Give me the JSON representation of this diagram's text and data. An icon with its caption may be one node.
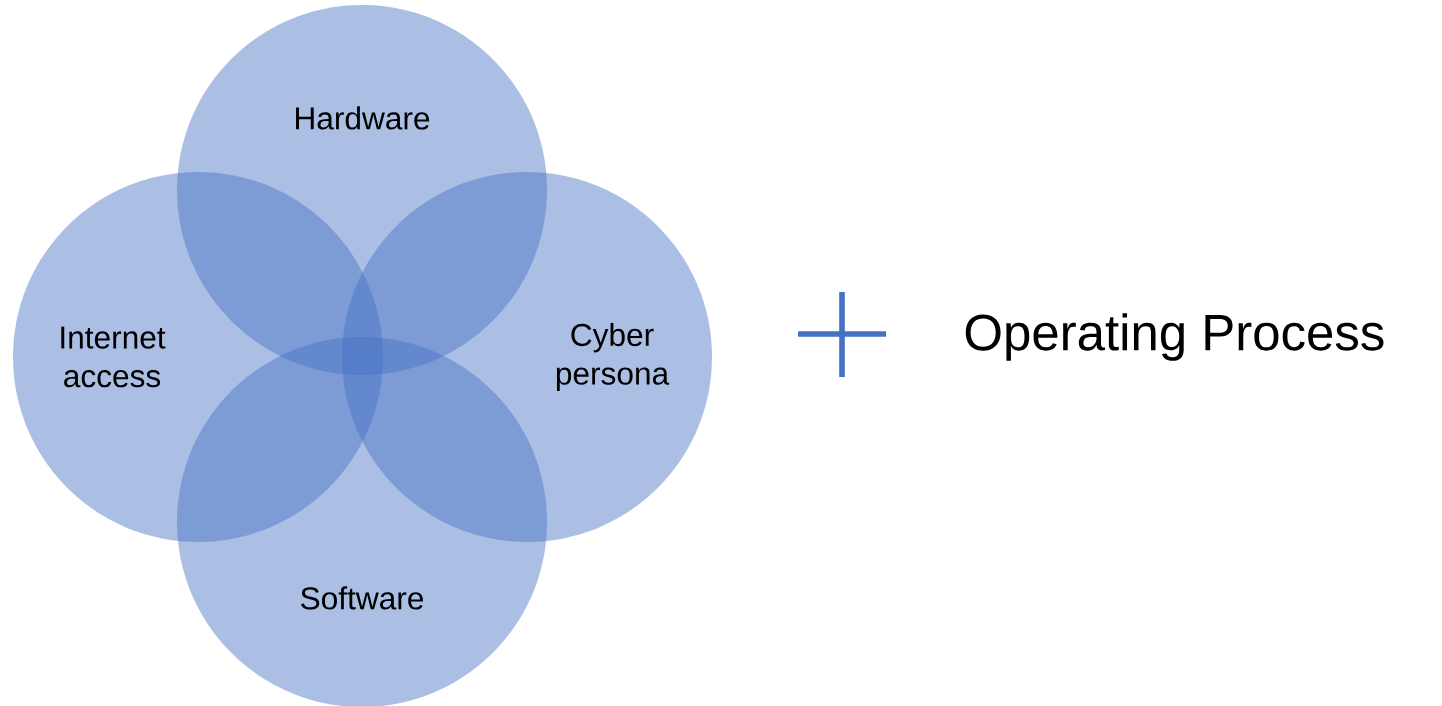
{
  "diagram": {
    "nodes": [
      {
        "text": [
          "Hardware"
        ]
      },
      {
        "text": [
          "Internet access"
        ]
      },
      {
        "text": [
          "Cyber persona"
        ]
      },
      {
        "text": [
          "Software"
        ]
      }
    ],
    "labels": [
      "Operating Process"
    ]
  }
}
